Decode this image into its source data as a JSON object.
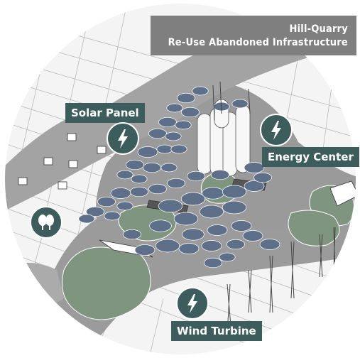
{
  "title": {
    "line1": "Hill-Quarry",
    "line2": "Re-Use Abandoned Infrastructure"
  },
  "labels": {
    "solar": "Solar Panel",
    "energy": "Energy Center",
    "wind": "Wind Turbine"
  },
  "icons": {
    "solar": "lightning-bolt-icon",
    "energy": "lightning-bolt-icon",
    "wind": "lightning-bolt-icon",
    "trees": "trees-icon"
  },
  "colors": {
    "label_bg": "#3d5c5c",
    "panel_blue": "#5e7089",
    "vegetation": "#7f9580",
    "ground": "#8c8c8c",
    "title_bg": "#7f7f7f"
  }
}
